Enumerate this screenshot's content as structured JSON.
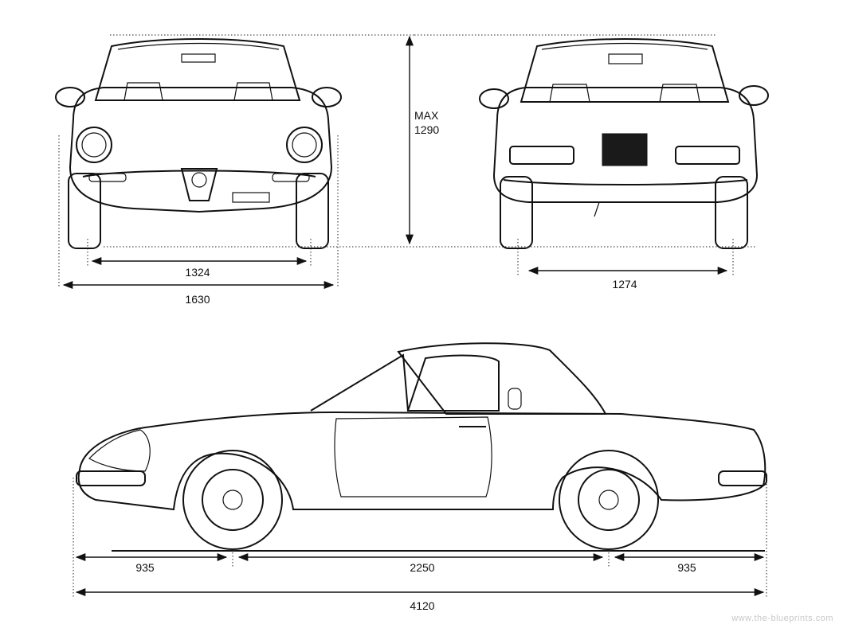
{
  "dimensions": {
    "front_track": "1324",
    "front_width": "1630",
    "height_label": "MAX",
    "height_value": "1290",
    "rear_track": "1274",
    "front_overhang": "935",
    "wheelbase": "2250",
    "rear_overhang": "935",
    "overall_length": "4120"
  },
  "watermark": "www.the-blueprints.com",
  "colors": {
    "ink": "#111111",
    "paper": "#ffffff",
    "watermark": "#c8c8c8"
  }
}
